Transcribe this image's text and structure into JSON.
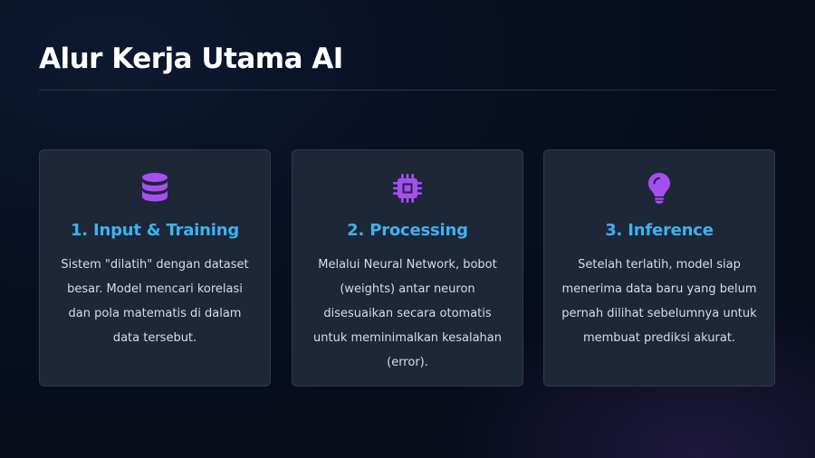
{
  "slide": {
    "title": "Alur Kerja Utama AI"
  },
  "colors": {
    "accent_title": "#3cb3f0",
    "icon": "#a74ef3",
    "card_bg": "#1d2738"
  },
  "cards": [
    {
      "icon": "database-icon",
      "title": "1. Input & Training",
      "description": "Sistem \"dilatih\" dengan dataset besar. Model mencari korelasi dan pola matematis di dalam data tersebut."
    },
    {
      "icon": "microchip-icon",
      "title": "2. Processing",
      "description": "Melalui Neural Network, bobot (weights) antar neuron disesuaikan secara otomatis untuk meminimalkan kesalahan (error)."
    },
    {
      "icon": "lightbulb-icon",
      "title": "3. Inference",
      "description": "Setelah terlatih, model siap menerima data baru yang belum pernah dilihat sebelumnya untuk membuat prediksi akurat."
    }
  ]
}
